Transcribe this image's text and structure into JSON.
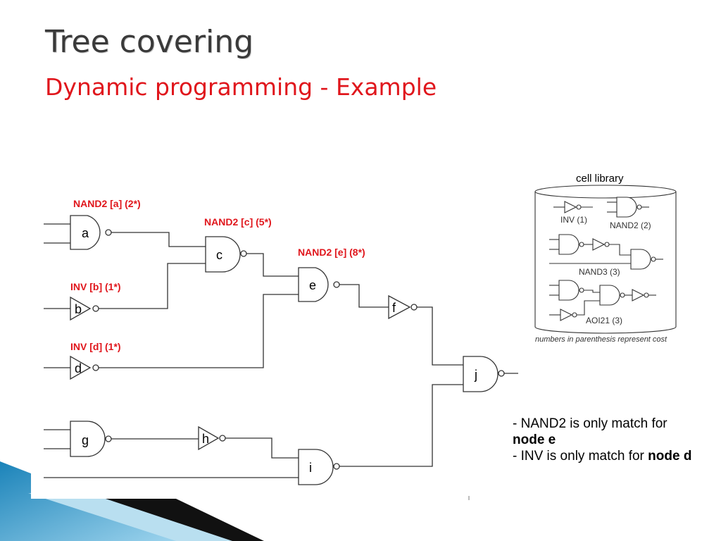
{
  "title": "Tree covering",
  "subtitle": "Dynamic programming - Example",
  "labels": {
    "a": "NAND2 [a] (2*)",
    "c": "NAND2 [c] (5*)",
    "e": "NAND2 [e] (8*)",
    "b": "INV [b] (1*)",
    "d": "INV [d] (1*)"
  },
  "gates": {
    "a": "a",
    "b": "b",
    "c": "c",
    "d": "d",
    "e": "e",
    "f": "f",
    "g": "g",
    "h": "h",
    "i": "i",
    "j": "j"
  },
  "library": {
    "title": "cell library",
    "inv": "INV (1)",
    "nand2": "NAND2 (2)",
    "nand3": "NAND3 (3)",
    "aoi21": "AOI21 (3)",
    "note": "numbers in parenthesis represent cost"
  },
  "notes": {
    "l1_pre": "- NAND2 is only match for ",
    "l1_bold": "node e",
    "l2_pre": "- INV is only match for ",
    "l2_bold": "node d"
  },
  "colors": {
    "accent": "#e0161c",
    "decor_blue": "#1d8fc4",
    "decor_dark": "#111111"
  }
}
